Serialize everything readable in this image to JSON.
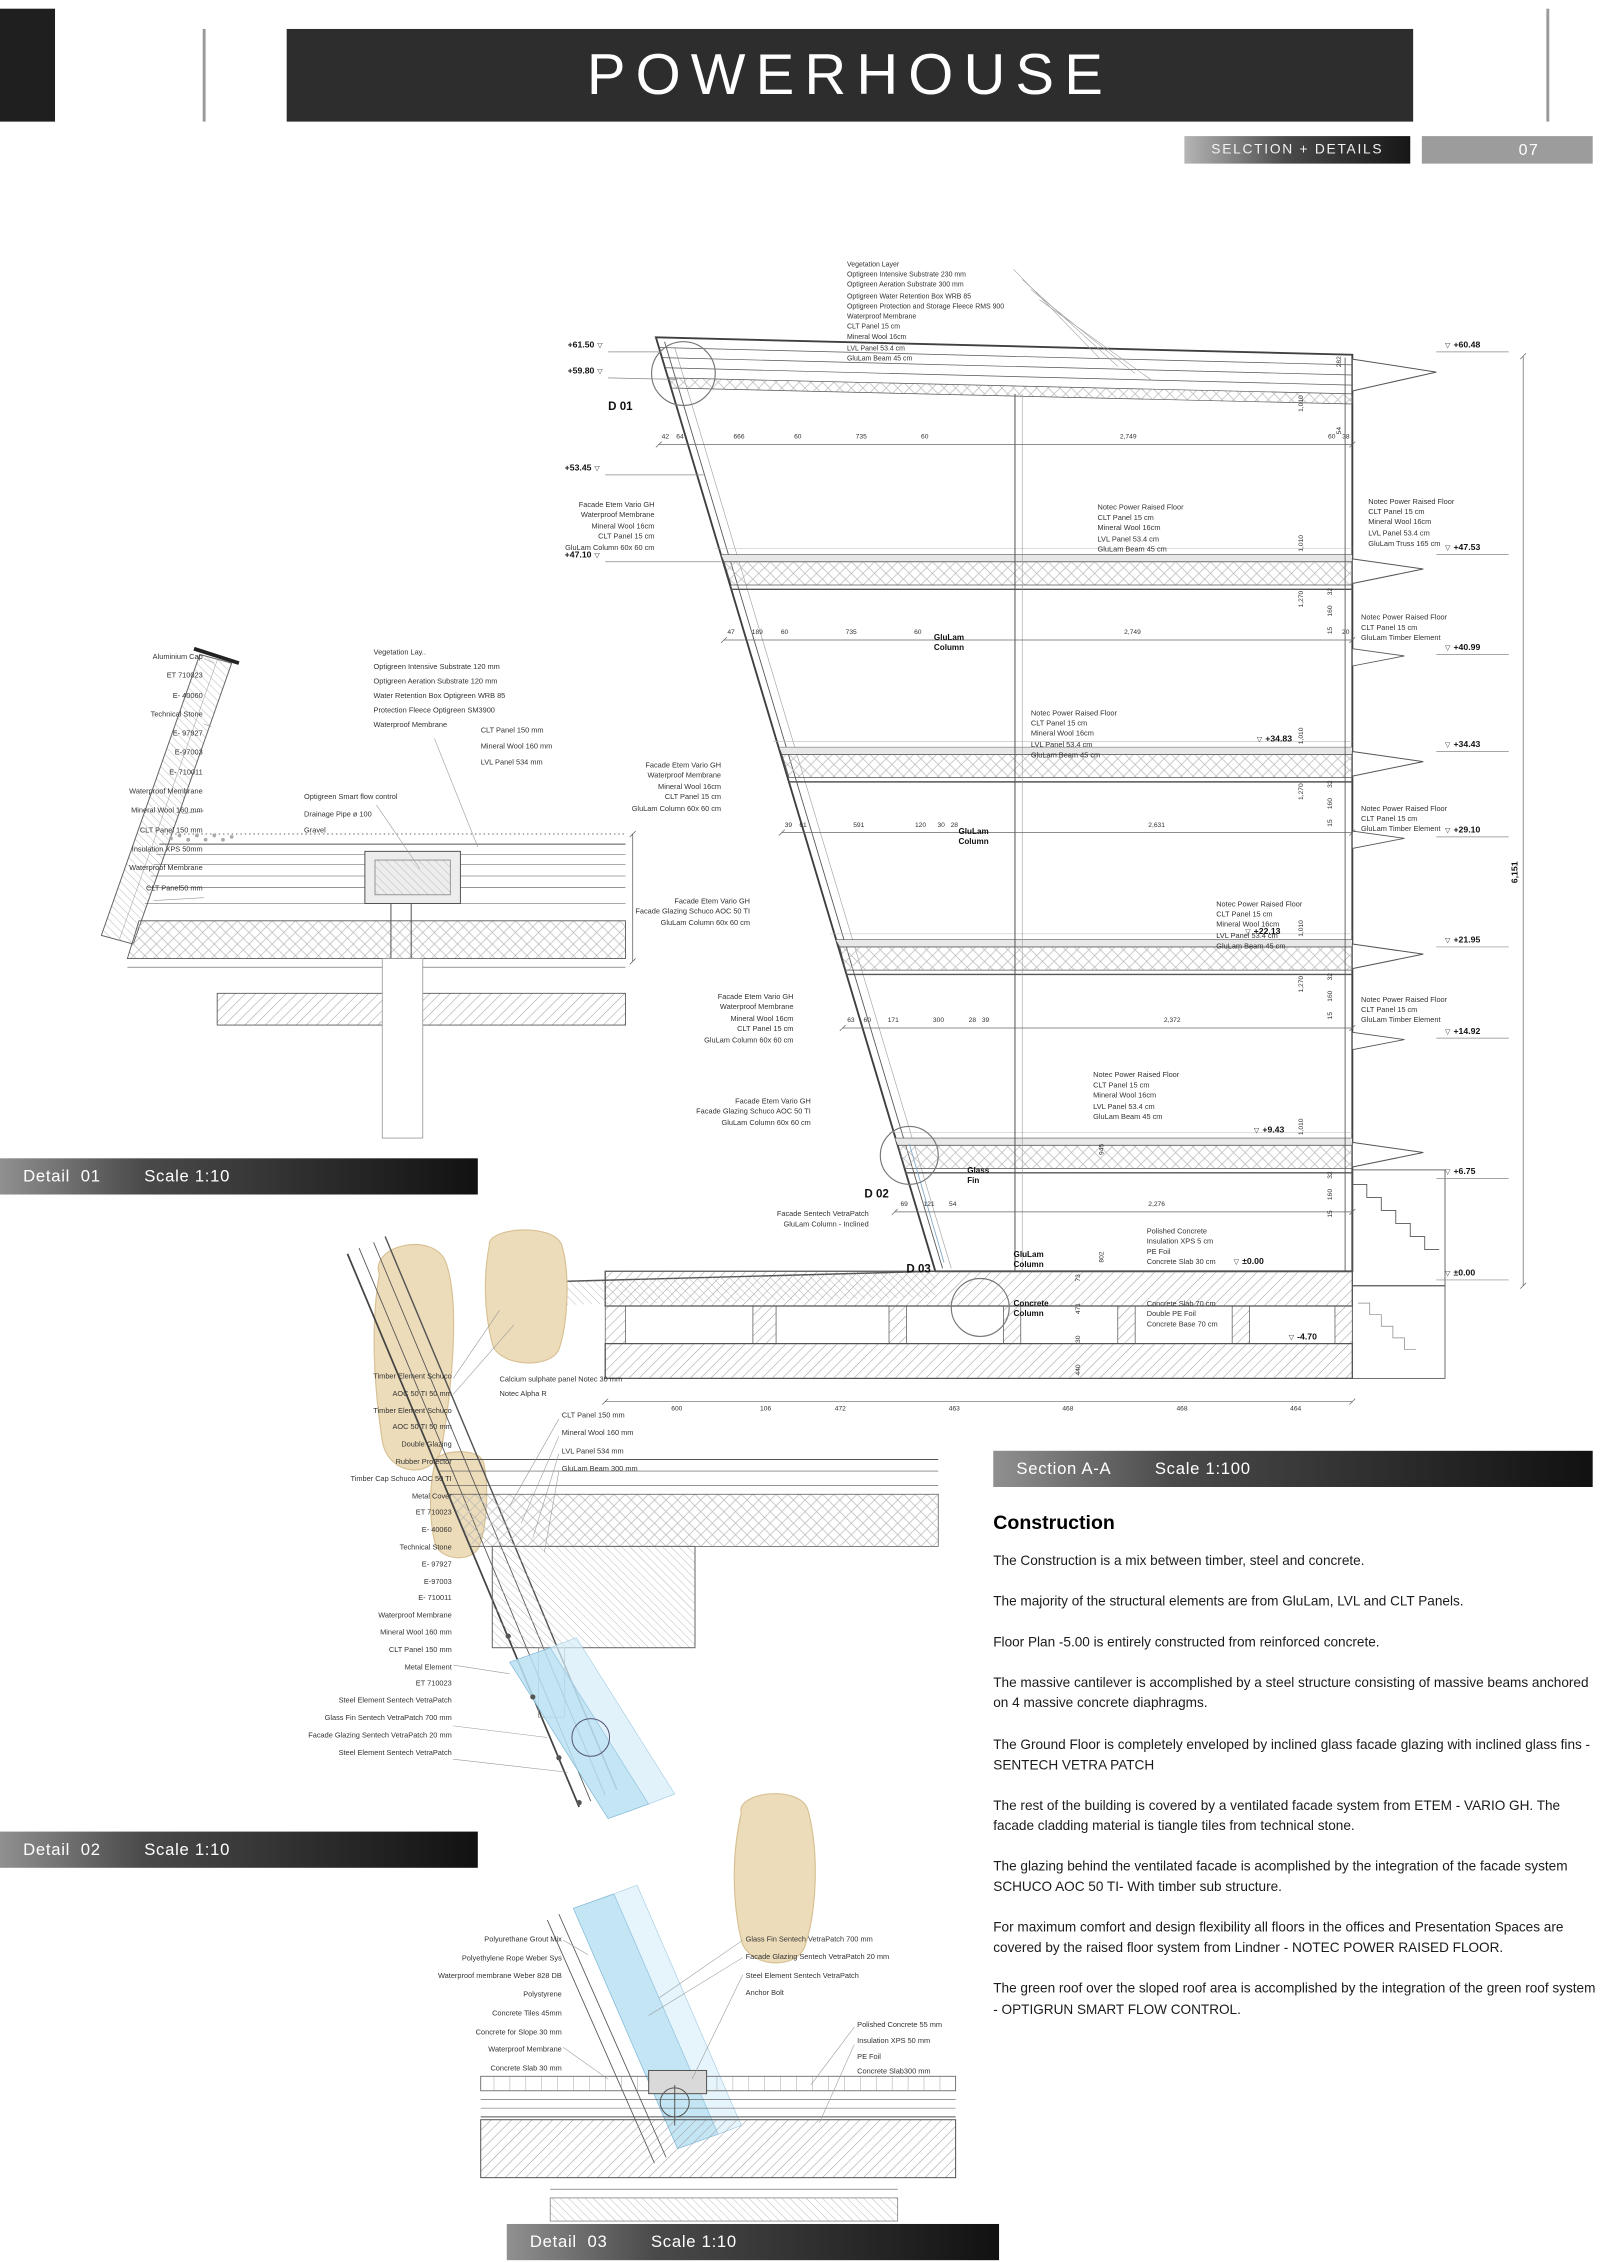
{
  "header": {
    "title": "POWERHOUSE",
    "section_label": "SELCTION + DETAILS",
    "page_number": "07"
  },
  "bars": {
    "detail01": {
      "label": "Detail  01",
      "scale": "Scale 1:10"
    },
    "detail02": {
      "label": "Detail  02",
      "scale": "Scale 1:10"
    },
    "detail03": {
      "label": "Detail  03",
      "scale": "Scale 1:10"
    },
    "section": {
      "label": "Section A-A",
      "scale": "Scale 1:100"
    }
  },
  "section": {
    "markers": {
      "d01": "D 01",
      "d02": "D 02",
      "d03": "D 03"
    },
    "elev_left": [
      "+61.50",
      "+59.80",
      "+53.45",
      "+47.10"
    ],
    "elev_right": [
      "+60.48",
      "+47.53",
      "+40.99",
      "+34.43",
      "+29.10",
      "+21.95",
      "+14.92",
      "+6.75",
      "±0.00"
    ],
    "elev_inner": [
      "+34.83",
      "+22.13",
      "+9.43",
      "±0.00",
      "-4.70"
    ],
    "total_height": "6,151",
    "roof_layers": [
      "Vegetation Layer",
      "Optigreen Intensive Substrate 230 mm",
      "Optigreen Aeration Substrate 300 mm",
      "Optigreen Water Retention Box WRB 85",
      "Optigreen Protection and Storage Fleece RMS 900",
      "Waterproof Membrane",
      "CLT Panel 15 cm",
      "Mineral Wool 16cm",
      "LVL Panel 53.4 cm",
      "GluLam Beam 45 cm"
    ],
    "facade_stack": [
      "Facade Etem Vario GH",
      "Waterproof Membrane",
      "Mineral Wool 16cm",
      "CLT Panel 15 cm",
      "GluLam Column  60x 60 cm"
    ],
    "facade_glazing_stack": [
      "Facade Etem Vario GH",
      "Facade Glazing Schuco AOC 50 TI",
      "GluLam Column 60x 60 cm"
    ],
    "floor_stack": [
      "Notec Power Raised Floor",
      "CLT Panel 15 cm",
      "Mineral Wool 16cm",
      "LVL Panel 53.4 cm",
      "GluLam Beam 45 cm"
    ],
    "floor_truss_stack": [
      "Notec Power Raised Floor",
      "CLT Panel 15 cm",
      "Mineral Wool 16cm",
      "LVL Panel 53.4 cm",
      "GluLam Truss 165 cm"
    ],
    "floor_edge_stack": [
      "Notec Power Raised Floor",
      "CLT Panel 15 cm",
      "GluLam Timber Element"
    ],
    "fin_stack": [
      "Facade Sentech VetraPatch",
      "GluLam Column - Inclined"
    ],
    "ground_stack": [
      "Polished Concrete",
      "Insulation XPS 5 cm",
      "PE Foil",
      "Concrete Slab 30 cm"
    ],
    "base_stack": [
      "Concrete Slab 70 cm",
      "Double PE Foil",
      "Concrete Base 70 cm"
    ],
    "labels": {
      "glulam_column": "GluLam\nColumn",
      "glulam_column2": "GluLam\nColumn",
      "glass_fin": "Glass\nFin",
      "glulam_column3": "GluLam\nColumn",
      "concrete_column": "Concrete\nColumn"
    },
    "dim_chains": {
      "c1": [
        "42",
        "64",
        "666",
        "60",
        "735",
        "60",
        "2,749",
        "60",
        "38"
      ],
      "c2": [
        "47",
        "189",
        "60",
        "735",
        "60",
        "2,749",
        "20"
      ],
      "c3": [
        "39",
        "61",
        "591",
        "120",
        "30",
        "28",
        "2,631"
      ],
      "c4": [
        "63",
        "60",
        "171",
        "300",
        "28",
        "39",
        "2,372"
      ],
      "c5": [
        "69",
        "121",
        "54",
        "2,276"
      ],
      "bottom": [
        "600",
        "106",
        "472",
        "463",
        "468",
        "468",
        "464"
      ]
    },
    "v_dims": {
      "roof_right": [
        "54",
        "282"
      ],
      "storey1": [
        "1,010",
        "1,010"
      ],
      "storey2": [
        "1,010",
        "1,270"
      ],
      "storey3": [
        "1,010",
        "1,270"
      ],
      "storey4": [
        "1,010",
        "1,270"
      ],
      "slab": [
        "15",
        "160",
        "32"
      ],
      "ground_right": [
        "802",
        "945"
      ],
      "base_left": [
        "440",
        "30",
        "471",
        "73"
      ]
    }
  },
  "detail01": {
    "labels_left": [
      "Aluminium Cap",
      "ET 710023",
      "E- 40060",
      "Technical Stone",
      "E- 97927",
      "E-97003",
      "E- 710011",
      "Waterproof Membrane",
      "Mineral Wool  160 mm",
      "CLT Panel  150 mm",
      "Insulation XPS 50mm",
      "Waterproof  Membrane",
      "CLT Panel50 mm"
    ],
    "labels_top": [
      "Vegetation Lay..",
      "Optigreen Intensive Substrate 120 mm",
      "Optigreen  Aeration Substrate 120 mm",
      "Water Retention Box Optigreen WRB 85",
      "Protection Fleece Optigreen SM3900",
      "Waterproof Membrane"
    ],
    "labels_mid": [
      "CLT Panel 150 mm",
      "Mineral Wool 160 mm",
      "LVL Panel 534 mm"
    ],
    "labels_drain": [
      "Optigreen Smart flow control",
      "Drainage Pipe ø 100",
      "Gravel"
    ]
  },
  "detail02": {
    "labels_left": [
      "Timber Element Schuco",
      "AOC 50 TI  50 mm",
      "Timber Element Schuco",
      "AOC 50 TI 50 mm",
      "Double Glazing",
      "Rubber Protector",
      "Timber Cap Schuco AOC 50 TI",
      "Metal Cover",
      "ET 710023",
      "E- 40060",
      "Technical Stone",
      "E- 97927",
      "E-97003",
      "E- 710011",
      "Waterproof Membrane",
      "Mineral Wool 160 mm",
      "CLT Panel 150 mm",
      "Metal Element",
      "ET 710023",
      "Steel Element Sentech VetraPatch",
      "Glass Fin Sentech VetraPatch 700 mm",
      "Facade Glazing Sentech VetraPatch 20 mm",
      "Steel Element  Sentech VetraPatch"
    ],
    "labels_top_right": [
      "Calcium sulphate panel Notec 30 mm",
      "Notec Alpha R"
    ],
    "labels_right": [
      "CLT Panel 150 mm",
      "Mineral Wool 160 mm",
      "LVL Panel  534 mm",
      "GluLam Beam 300 mm"
    ]
  },
  "detail03": {
    "labels_left": [
      "Polyurethane Grout Mix",
      "Polyethylene Rope Weber Sys",
      "Waterproof membrane Weber 828 DB",
      "Polystyrene",
      "Concrete  Tiles 45mm",
      "Concrete for Slope 30 mm",
      "Waterproof Membrane",
      "Concrete Slab 30 mm"
    ],
    "labels_right": [
      "Glass Fin Sentech VetraPatch 700 mm",
      "Facade Glazing Sentech VetraPatch 20 mm",
      "Steel Element Sentech VetraPatch",
      "Anchor Bolt"
    ],
    "labels_slab": [
      "Polished Concrete 55 mm",
      "Insulation XPS 50 mm",
      "PE Foil",
      "Concrete Slab300 mm"
    ]
  },
  "construction": {
    "title": "Construction",
    "paragraphs": [
      "The Construction is a mix between timber, steel and concrete.",
      "The majority of the structural elements are from GluLam, LVL and CLT Panels.",
      "Floor Plan -5.00 is entirely constructed from reinforced concrete.",
      "The massive cantilever is accomplished by a steel structure consisting of massive beams anchored on 4 massive concrete diaphragms.",
      "The Ground Floor is completely enveloped by inclined glass facade glazing with inclined glass fins - SENTECH VETRA PATCH",
      "The rest of the building is covered by a ventilated facade system from ETEM - VARIO GH. The facade cladding material is tiangle tiles from technical stone.",
      "The glazing behind the ventilated facade is acomplished by the integration of the facade system SCHUCO AOC 50 TI- With timber sub structure.",
      "For maximum comfort and design flexibility all floors in the offices and Presentation Spaces are covered by the raised floor system from Lindner - NOTEC POWER RAISED FLOOR.",
      "The green roof over the sloped roof area is accomplished by the integration of the green roof system - OPTIGRUN SMART FLOW CONTROL."
    ]
  }
}
